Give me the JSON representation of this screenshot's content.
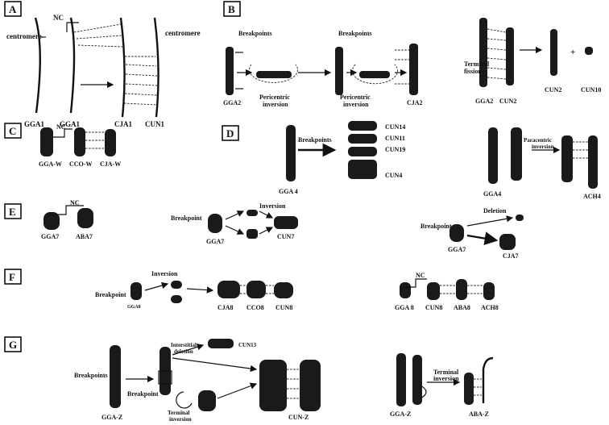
{
  "panels": {
    "A": {
      "letter": "A",
      "texts": {
        "centromere_left": "centromere",
        "nc": "NC",
        "centromere_right": "centromere",
        "gga1_a": "GGA1",
        "gga1_b": "GGA1",
        "cja1": "CJA1",
        "cun1": "CUN1"
      }
    },
    "B": {
      "letter": "B",
      "texts": {
        "breakpoints_a": "Breakpoints",
        "breakpoints_b": "Breakpoints",
        "gga2": "GGA2",
        "pericentric_a": "Pericentric",
        "inversion_a": "inversion",
        "pericentric_b": "Pericentric",
        "inversion_b": "inversion",
        "cja2": "CJA2",
        "terminal": "Terminal",
        "fission": "fission",
        "gga2_b": "GGA2",
        "cun2_a": "CUN2",
        "cun2_b": "CUN2",
        "plus": "+",
        "cun10": "CUN10"
      }
    },
    "C": {
      "letter": "C",
      "texts": {
        "nc": "NC",
        "ggaw": "GGA-W",
        "ccow": "CCO-W",
        "cjaw": "CJA-W"
      }
    },
    "D": {
      "letter": "D",
      "texts": {
        "breakpoints": "Breakpoints",
        "gga4": "GGA 4",
        "cun14": "CUN14",
        "cun11": "CUN11",
        "cun19": "CUN19",
        "cun4": "CUN4",
        "gga4_b": "GGA4",
        "paracentric": "Paracentric",
        "inversion": "inversion",
        "ach4": "ACH4"
      }
    },
    "E": {
      "letter": "E",
      "texts": {
        "nc": "NC",
        "gga7": "GGA7",
        "aba7": "ABA7",
        "breakpoint_a": "Breakpoint",
        "inversion": "Inversion",
        "gga7_b": "GGA7",
        "cun7": "CUN7",
        "deletion": "Deletion",
        "breakpoint_b": "Breakpoint",
        "gga7_c": "GGA7",
        "cja7": "CJA7"
      }
    },
    "F": {
      "letter": "F",
      "texts": {
        "inversion": "Inversion",
        "breakpoint": "Breakpoint",
        "gga8": "GGA8",
        "cja8": "CJA8",
        "cco8": "CCO8",
        "cun8": "CUN8",
        "nc": "NC",
        "gga8_b": "GGA 8",
        "cun8_b": "CUN8",
        "aba8": "ABA8",
        "ach8": "ACH8"
      }
    },
    "G": {
      "letter": "G",
      "texts": {
        "breakpoints": "Breakpoints",
        "breakpoint": "Breakpoint",
        "interstitial": "Interstitial",
        "deletion": "deletion",
        "cun13": "CUN13",
        "terminal_a": "Terminal",
        "inversion_a": "inversion",
        "ggaz": "GGA-Z",
        "cunz": "CUN-Z",
        "terminal_b": "Terminal",
        "inversion_b": "inversion",
        "ggaz_b": "GGA-Z",
        "abaz": "ABA-Z"
      }
    }
  },
  "colors": {
    "ink": "#111111",
    "chromosome": "#1a1a1a",
    "band": "#eaeaea",
    "background": "#ffffff"
  }
}
